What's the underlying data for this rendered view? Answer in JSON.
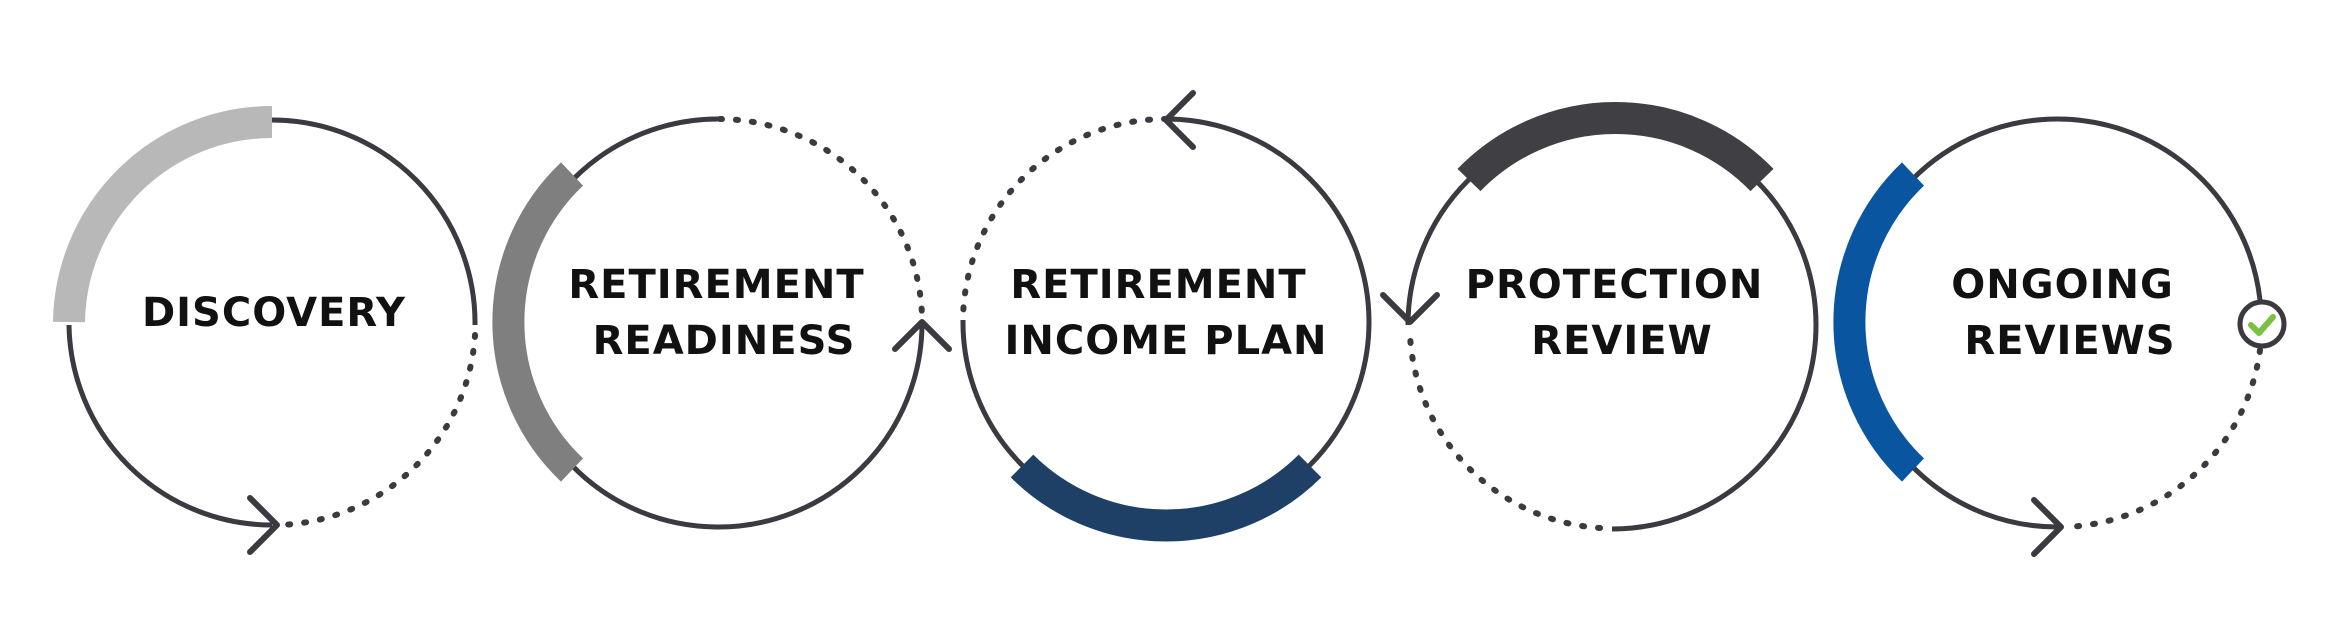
{
  "diagram": {
    "stages": [
      {
        "id": "discovery",
        "lines": [
          "DISCOVERY"
        ],
        "accent": "#b8b8b8"
      },
      {
        "id": "retirement-readiness",
        "lines": [
          "RETIREMENT",
          "READINESS"
        ],
        "accent": "#7f7f7f"
      },
      {
        "id": "retirement-income-plan",
        "lines": [
          "RETIREMENT",
          "INCOME PLAN"
        ],
        "accent": "#1e4067"
      },
      {
        "id": "protection-review",
        "lines": [
          "PROTECTION",
          "REVIEW"
        ],
        "accent": "#3f3f44"
      },
      {
        "id": "ongoing-reviews",
        "lines": [
          "ONGOING",
          "REVIEWS"
        ],
        "accent": "#0a55a0"
      }
    ],
    "colors": {
      "outline": "#3a3a40",
      "check": "#7ac143"
    },
    "icons": [
      "arrow-head-icon",
      "check-circle-icon"
    ]
  }
}
